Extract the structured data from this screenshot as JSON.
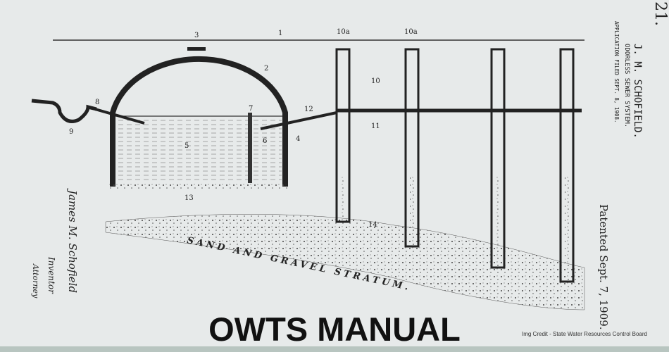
{
  "title": "OWTS MANUAL",
  "credit": "Img Credit - State Water Resources Control Board",
  "patent": {
    "number_fragment": "21.",
    "inventor_name": "J. M. SCHOFIELD.",
    "invention": "ODORLESS SEWER SYSTEM.",
    "application": "APPLICATION FILED SEPT. 8, 1908.",
    "patented": "Patented Sept. 7, 1909.",
    "signature_inventor": "James M. Schofield",
    "inventor_label": "Inventor",
    "attorney_label": "Attorney",
    "stratum_label": "SAND AND GRAVEL STRATUM.",
    "ref_numbers": [
      "1",
      "2",
      "3",
      "4",
      "5",
      "6",
      "7",
      "8",
      "9",
      "10",
      "10a",
      "10a",
      "11",
      "12",
      "13",
      "14"
    ]
  },
  "colors": {
    "background": "#e7eaea",
    "bottom_bar": "#b8c5c0",
    "ink": "#222222"
  }
}
